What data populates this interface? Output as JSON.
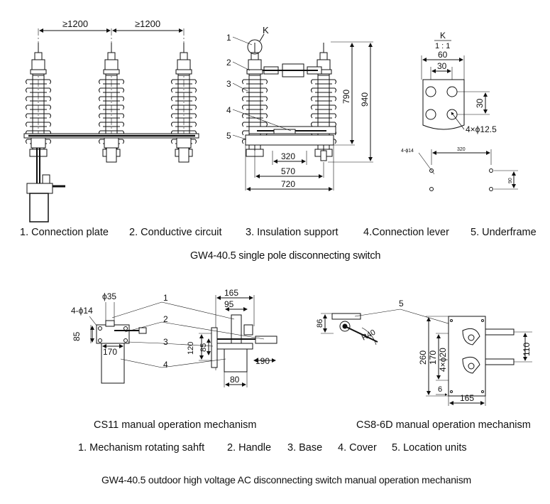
{
  "top": {
    "dims": {
      "gap1": "≥1200",
      "gap2": "≥1200",
      "d790": "790",
      "d940": "940",
      "d320": "320",
      "d570": "570",
      "d720": "720"
    },
    "callouts": [
      "1",
      "2",
      "3",
      "4",
      "5"
    ],
    "detail_letter": "K",
    "detail": {
      "title": "K",
      "scale": "1 : 1",
      "d60": "60",
      "d30a": "30",
      "d30b": "30",
      "holes": "4×ϕ12.5"
    },
    "base_plan": {
      "holes": "4-ϕ14",
      "d320": "320",
      "d90": "90"
    },
    "legend": [
      "1. Connection plate",
      "2. Conductive circuit",
      "3. Insulation support",
      "4.Connection lever",
      "5. Underframe"
    ],
    "caption": "GW4-40.5 single pole disconnecting switch"
  },
  "bottom": {
    "cs11": {
      "d35": "ϕ35",
      "holes": "4-ϕ14",
      "d165": "165",
      "d95": "95",
      "d85a": "85",
      "d120": "120",
      "d85b": "85",
      "d170": "170",
      "d190": "190",
      "d80": "80",
      "callouts": [
        "1",
        "2",
        "3",
        "4"
      ]
    },
    "cs8": {
      "d86": "86",
      "r40": "R40",
      "d260": "260",
      "d170": "170",
      "holes": "4×ϕ20",
      "d110": "110",
      "d6": "6",
      "d165": "165",
      "callout": "5"
    },
    "titles": [
      "CS11 manual operation mechanism",
      "CS8-6D manual operation mechanism"
    ],
    "legend": [
      "1. Mechanism rotating sahft",
      "2. Handle",
      "3. Base",
      "4. Cover",
      "5. Location units"
    ],
    "caption": "GW4-40.5 outdoor high voltage AC disconnecting switch manual operation mechanism"
  }
}
